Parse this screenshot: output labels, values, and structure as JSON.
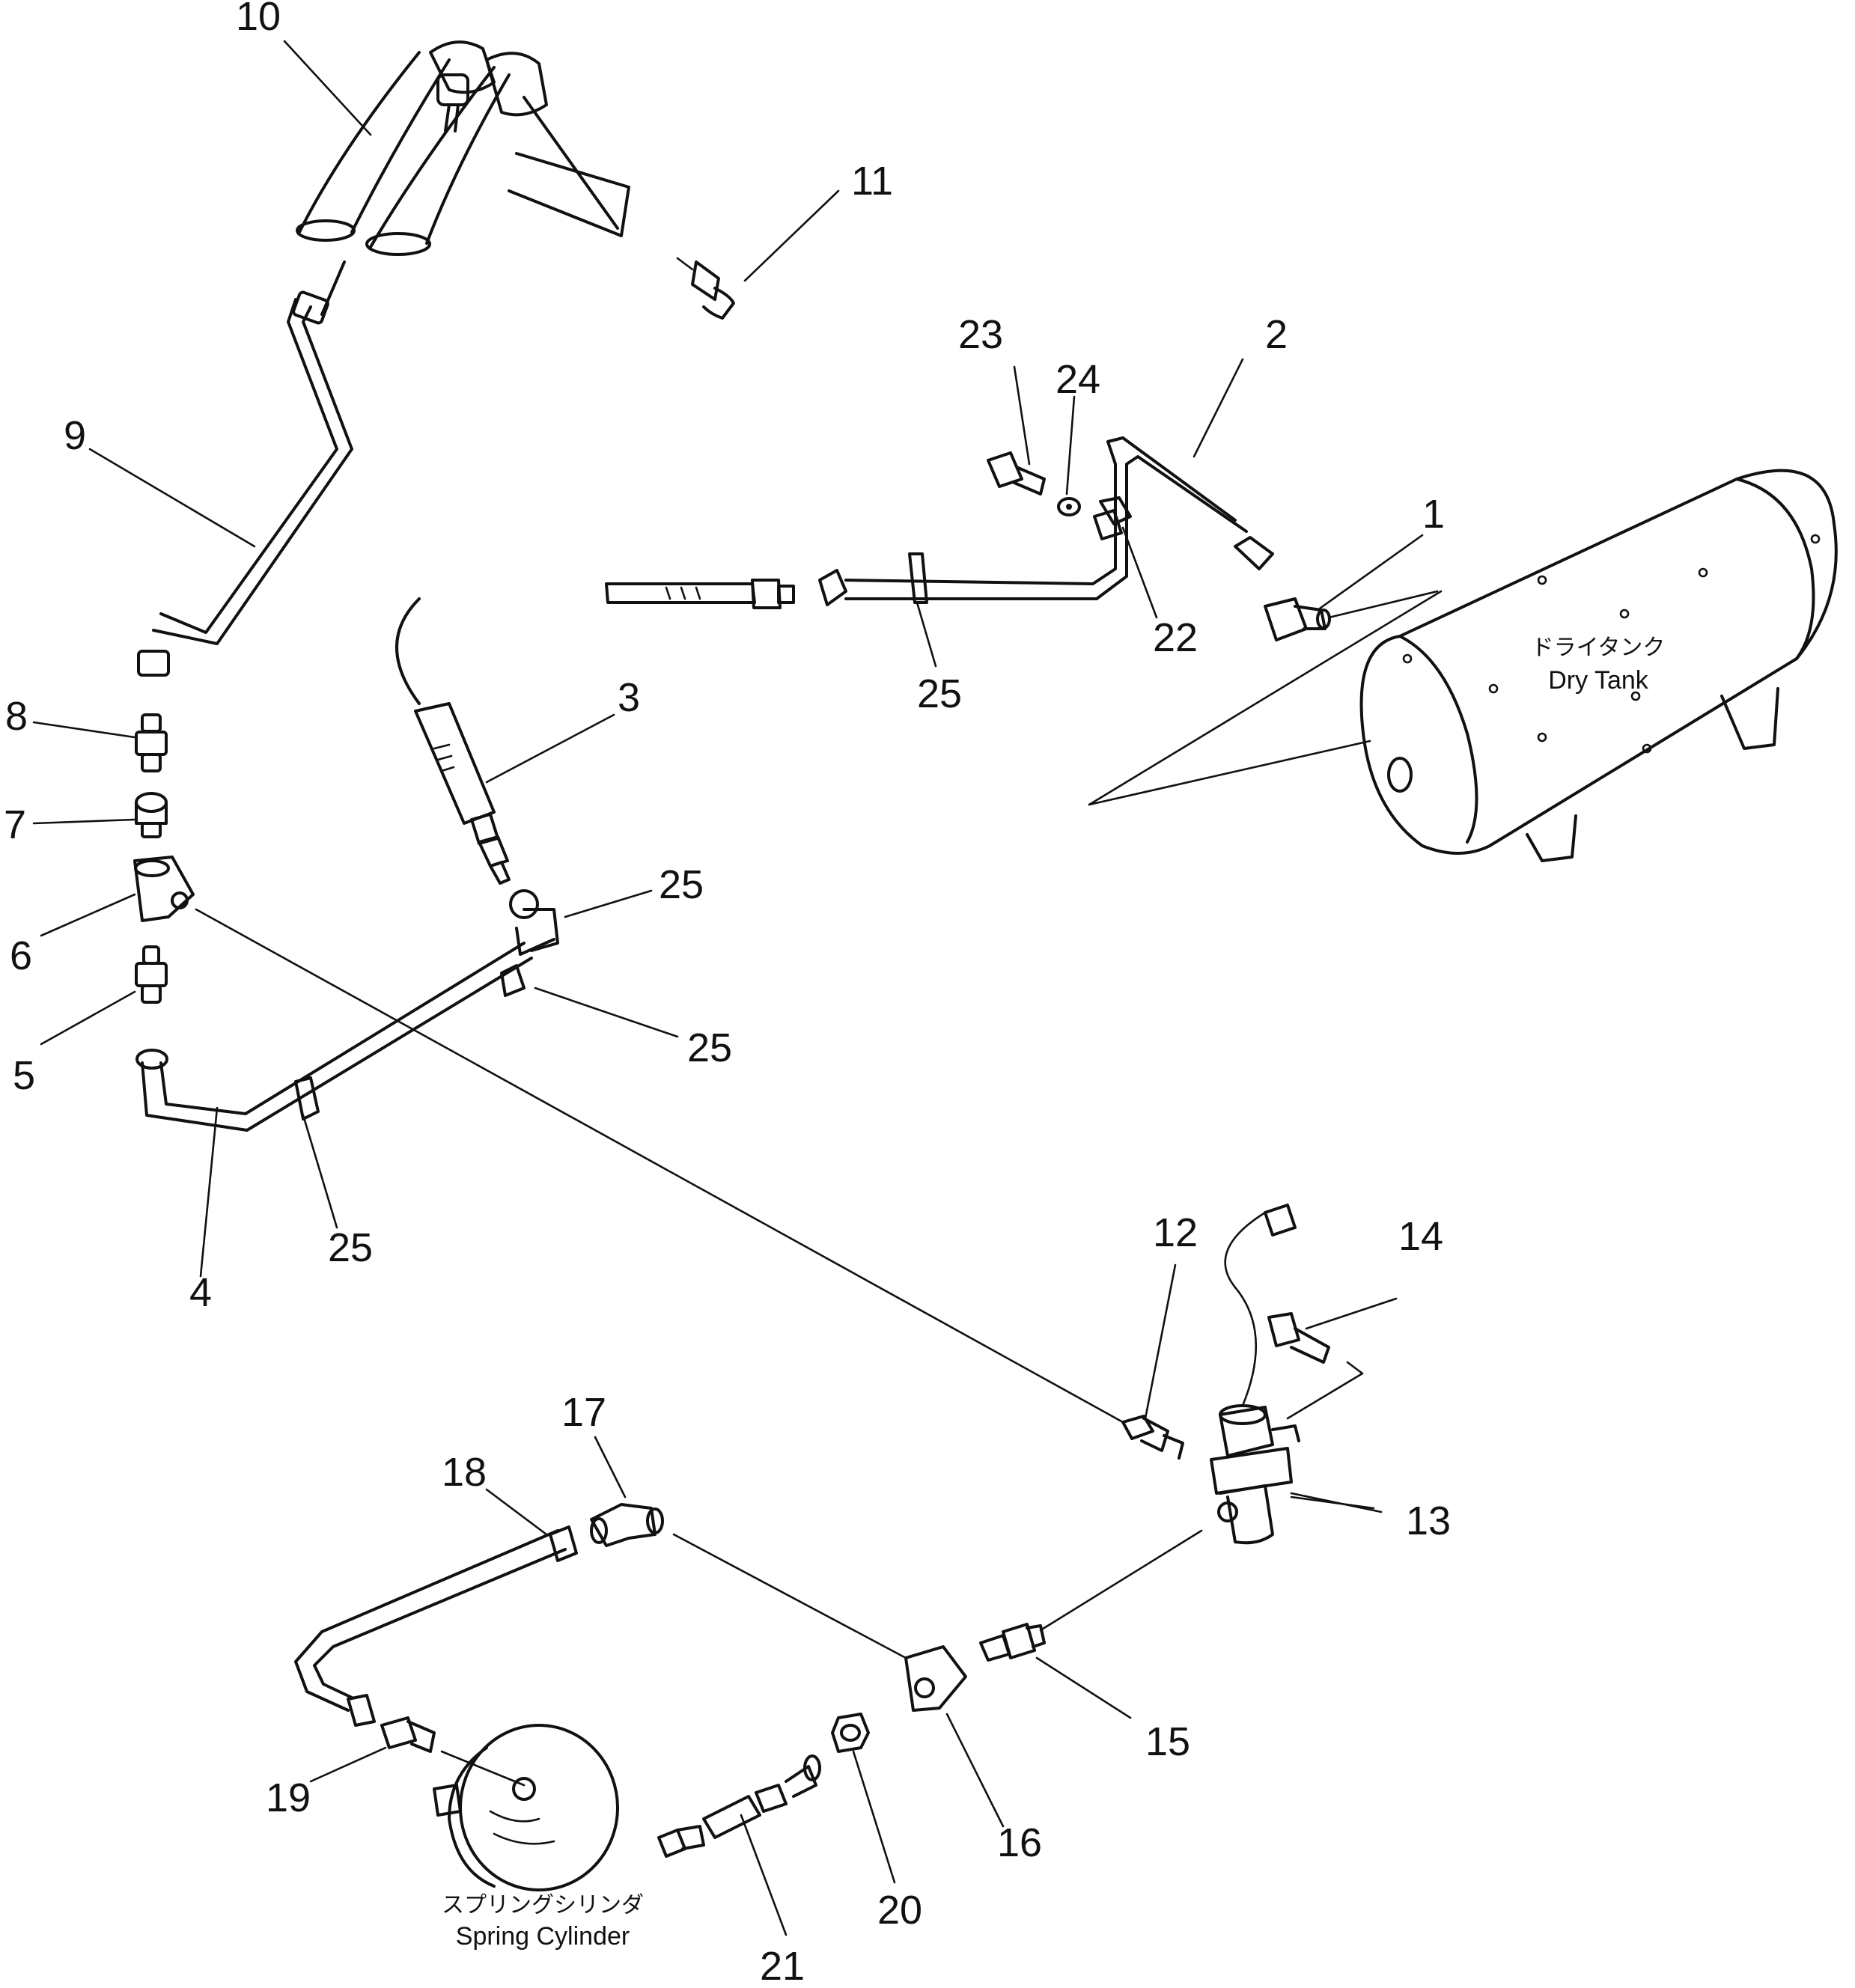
{
  "diagram": {
    "part_numbers": [
      "1",
      "2",
      "3",
      "4",
      "5",
      "6",
      "7",
      "8",
      "9",
      "10",
      "11",
      "12",
      "13",
      "14",
      "15",
      "16",
      "17",
      "18",
      "19",
      "20",
      "21",
      "22",
      "23",
      "24",
      "25"
    ],
    "labels": {
      "dry_tank_jp": "ドライタンク",
      "dry_tank_en": "Dry Tank",
      "spring_cylinder_jp": "スプリングシリンダ",
      "spring_cylinder_en": "Spring Cylinder"
    }
  }
}
